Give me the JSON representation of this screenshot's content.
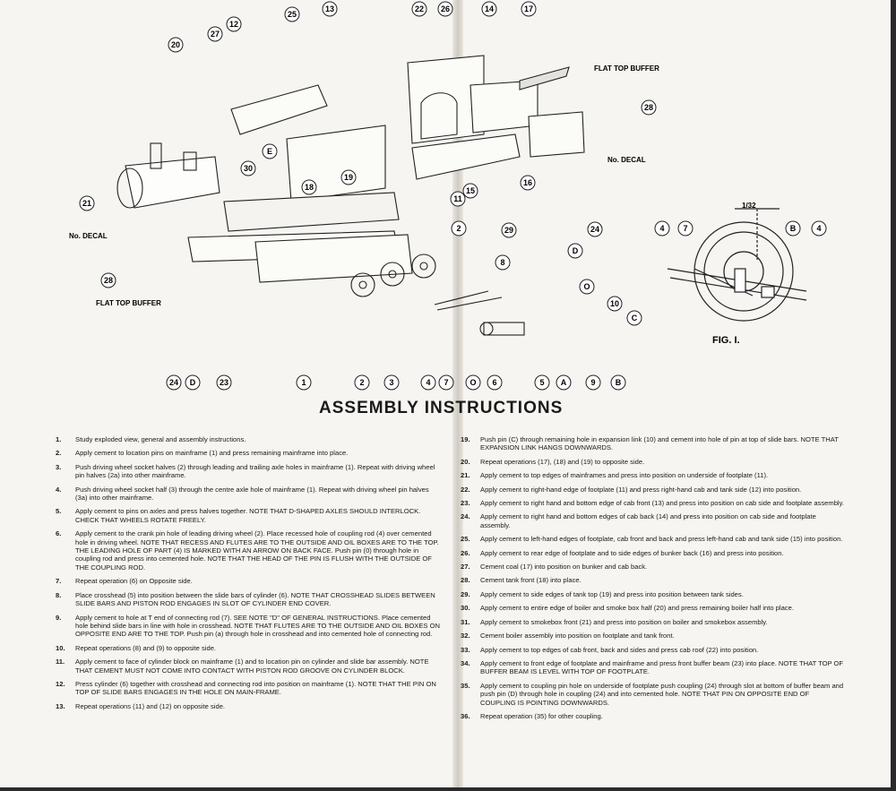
{
  "title": "ASSEMBLY INSTRUCTIONS",
  "diagram": {
    "callouts": [
      "1",
      "2",
      "3",
      "4",
      "5",
      "6",
      "7",
      "8",
      "9",
      "10",
      "11",
      "12",
      "13",
      "14",
      "15",
      "16",
      "17",
      "18",
      "19",
      "20",
      "21",
      "22",
      "23",
      "24",
      "25",
      "26",
      "27",
      "28",
      "29",
      "30",
      "A",
      "B",
      "C",
      "D",
      "E",
      "O"
    ],
    "labels": {
      "flat_top_buffer": "FLAT TOP BUFFER",
      "no_decal": "No. DECAL",
      "fig": "FIG. I.",
      "measure": "1/32"
    }
  },
  "left_steps": [
    {
      "n": "1.",
      "t": "Study exploded view, general and assembly instructions."
    },
    {
      "n": "2.",
      "t": "Apply cement to location pins on mainframe (1) and press remaining mainframe into place."
    },
    {
      "n": "3.",
      "t": "Push driving wheel socket halves (2) through leading and trailing axle holes in mainframe (1). Repeat with driving wheel pin halves (2a) into other mainframe."
    },
    {
      "n": "4.",
      "t": "Push driving wheel socket half (3) through the centre axle hole of mainframe (1). Repeat with driving wheel pin halves (3a) into other mainframe."
    },
    {
      "n": "5.",
      "t": "Apply cement to pins on axles and press halves together. NOTE THAT D-SHAPED AXLES SHOULD INTERLOCK. CHECK THAT WHEELS ROTATE FREELY."
    },
    {
      "n": "6.",
      "t": "Apply cement to the crank pin hole of leading driving wheel (2). Place recessed hole of coupling rod (4) over cemented hole in driving wheel. NOTE THAT RECESS AND FLUTES ARE TO THE OUTSIDE AND OIL BOXES ARE TO THE TOP. THE LEADING HOLE OF PART (4) IS MARKED WITH AN ARROW ON BACK FACE. Push pin (0) through hole in coupling rod and press into cemented hole. NOTE THAT THE HEAD OF THE PIN IS FLUSH WITH THE OUTSIDE OF THE COUPLING ROD."
    },
    {
      "n": "7.",
      "t": "Repeat operation (6) on Opposite side."
    },
    {
      "n": "8.",
      "t": "Place crosshead (5) into position between the slide bars of cylinder (6). NOTE THAT CROSSHEAD SLIDES BETWEEN SLIDE BARS AND PISTON ROD ENGAGES IN SLOT OF CYLINDER END COVER."
    },
    {
      "n": "9.",
      "t": "Apply cement to hole at T end of connecting rod (7). SEE NOTE \"D\" OF GENERAL INSTRUCTIONS. Place cemented hole behind slide bars in line with hole in crosshead. NOTE THAT FLUTES ARE TO THE OUTSIDE AND OIL BOXES ON OPPOSITE END ARE TO THE TOP. Push pin (a) through hole in crosshead and into cemented hole of connecting rod."
    },
    {
      "n": "10.",
      "t": "Repeat operations (8) and (9) to opposite side."
    },
    {
      "n": "11.",
      "t": "Apply cement to face of cylinder block on mainframe (1) and to location pin on cylinder and slide bar assembly. NOTE THAT CEMENT MUST NOT COME INTO CONTACT WITH PISTON ROD GROOVE ON CYLINDER BLOCK."
    },
    {
      "n": "12.",
      "t": "Press cylinder (6) together with crosshead and connecting rod into position on mainframe (1). NOTE THAT THE PIN ON TOP OF SLIDE BARS ENGAGES IN THE HOLE ON MAIN-FRAME."
    },
    {
      "n": "13.",
      "t": "Repeat operations (11) and (12) on opposite side."
    }
  ],
  "right_steps": [
    {
      "n": "19.",
      "t": "Push pin (C) through remaining hole in expansion link (10) and cement into hole of pin at top of slide bars. NOTE THAT EXPANSION LINK HANGS DOWNWARDS."
    },
    {
      "n": "20.",
      "t": "Repeat operations (17), (18) and (19) to opposite side."
    },
    {
      "n": "21.",
      "t": "Apply cement to top edges of mainframes and press into position on underside of footplate (11)."
    },
    {
      "n": "22.",
      "t": "Apply cement to right-hand edge of footplate (11) and press right-hand cab and tank side (12) into position."
    },
    {
      "n": "23.",
      "t": "Apply cement to right hand and bottom edge of cab front (13) and press into position on cab side and footplate assembly."
    },
    {
      "n": "24.",
      "t": "Apply cement to right hand and bottom edges of cab back (14) and press into position on cab side and footplate assembly."
    },
    {
      "n": "25.",
      "t": "Apply cement to left-hand edges of footplate, cab front and back and press left-hand cab and tank side (15) into position."
    },
    {
      "n": "26.",
      "t": "Apply cement to rear edge of footplate and to side edges of bunker back (16) and press into position."
    },
    {
      "n": "27.",
      "t": "Cement coal (17) into position on bunker and cab back."
    },
    {
      "n": "28.",
      "t": "Cement tank front (18) into place."
    },
    {
      "n": "29.",
      "t": "Apply cement to side edges of tank top (19) and press into position between tank sides."
    },
    {
      "n": "30.",
      "t": "Apply cement to entire edge of boiler and smoke box half (20) and press remaining boiler half into place."
    },
    {
      "n": "31.",
      "t": "Apply cement to smokebox front (21) and press into position on boiler and smokebox assembly."
    },
    {
      "n": "32.",
      "t": "Cement boiler assembly into position on footplate and tank front."
    },
    {
      "n": "33.",
      "t": "Apply cement to top edges of cab front, back and sides and press cab roof (22) into position."
    },
    {
      "n": "34.",
      "t": "Apply cement to front edge of footplate and mainframe and press front buffer beam (23) into place. NOTE THAT TOP OF BUFFER BEAM IS LEVEL WITH TOP OF FOOTPLATE."
    },
    {
      "n": "35.",
      "t": "Apply cement to coupling pin hole on underside of footplate push coupling (24) through slot at bottom of buffer beam and push pin (D) through hole in coupling (24) and into cemented hole. NOTE THAT PIN ON OPPOSITE END OF COUPLING IS POINTING DOWNWARDS."
    },
    {
      "n": "36.",
      "t": "Repeat operation (35) for other coupling."
    }
  ]
}
